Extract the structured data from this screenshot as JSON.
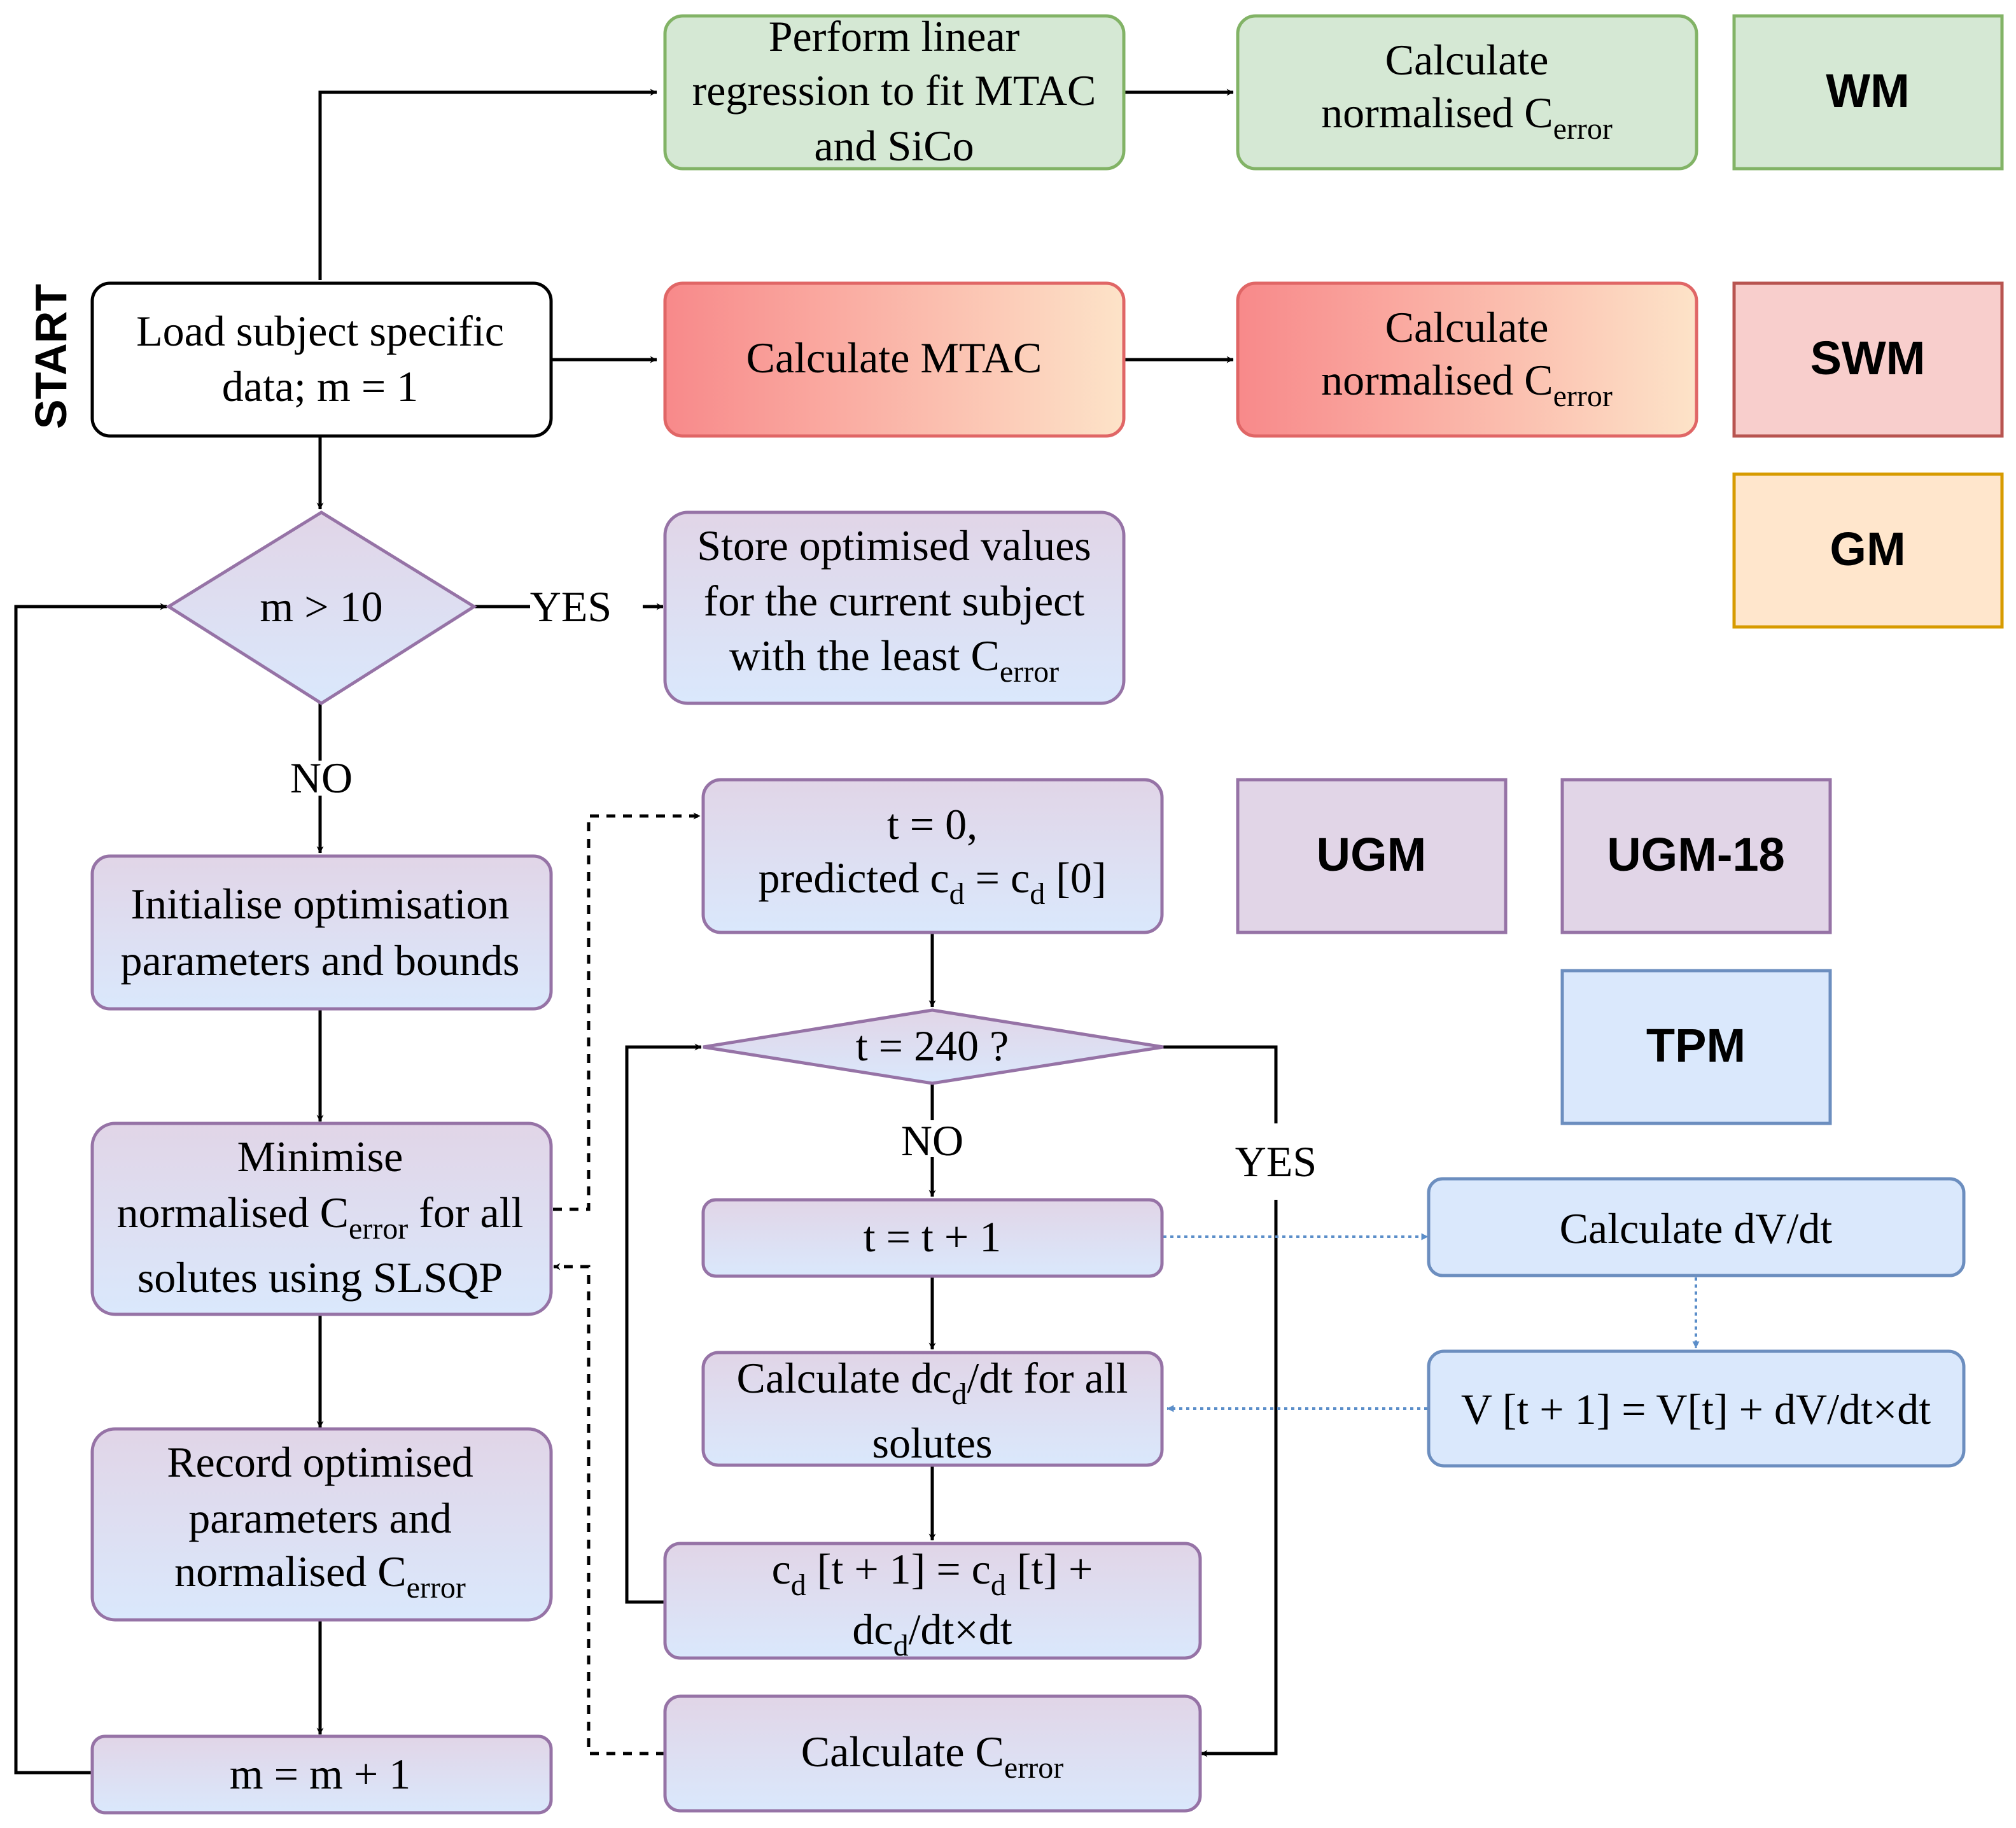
{
  "start_label": "START",
  "colors": {
    "green_fill": "#d5e8d4",
    "green_stroke": "#82b366",
    "red_stroke": "#e06666",
    "red_start": "#f8898a",
    "red_end": "#fde3c8",
    "lav": "#e1d5e7",
    "lav_blue": "#dae8fc",
    "purple_stroke": "#9673a6",
    "blue_fill": "#dae8fc",
    "blue_stroke": "#6c8ebf",
    "blue_arrow": "#5b8ec9",
    "orange_fill": "#ffe6cc",
    "orange_stroke": "#d79b00",
    "pink_fill": "#f8cecc",
    "pink_stroke": "#b85450"
  },
  "legend": {
    "wm": "WM",
    "swm": "SWM",
    "gm": "GM",
    "ugm": "UGM",
    "ugm18": "UGM-18",
    "tpm": "TPM"
  },
  "boxes": {
    "load": [
      "Load subject specific",
      "data; m = 1"
    ],
    "linreg": [
      "Perform linear",
      "regression to fit MTAC",
      "and SiCo"
    ],
    "wm_cerr": {
      "line1": "Calculate",
      "pre": "normalised C",
      "sub": "error"
    },
    "calc_mtac": "Calculate MTAC",
    "swm_cerr": {
      "line1": "Calculate",
      "pre": "normalised C",
      "sub": "error"
    },
    "decision_m": "m > 10",
    "store": {
      "l1": "Store optimised values",
      "l2": "for the current subject",
      "l3pre": "with the least C",
      "l3sub": "error"
    },
    "init": [
      "Initialise optimisation",
      "parameters and bounds"
    ],
    "minimise": {
      "l1": "Minimise",
      "l2pre": "normalised C",
      "l2sub": "error",
      "l2post": " for all",
      "l3": "solutes using SLSQP"
    },
    "record": {
      "l1": "Record optimised",
      "l2": "parameters and",
      "l3pre": "normalised C",
      "l3sub": "error"
    },
    "m_inc": "m = m + 1",
    "t0": {
      "l1": "t = 0,",
      "l2a": "predicted c",
      "l2b": "d",
      "l2c": " = c",
      "l2d": "d",
      "l2e": " [0]"
    },
    "decision_t": "t = 240 ?",
    "t_inc": "t = t + 1",
    "dcd": {
      "a": "Calculate dc",
      "b": "d",
      "c": "/dt for all",
      "l2": "solutes"
    },
    "cd_update": {
      "a": "c",
      "b": "d",
      "c": " [t + 1] = c",
      "d": "d",
      "e": " [t] +",
      "f": "dc",
      "g": "d",
      "h": "/dt×dt"
    },
    "calc_cerr": {
      "pre": "Calculate C",
      "sub": "error"
    },
    "dvdt": "Calculate dV/dt",
    "v_update": "V [t + 1] = V[t] + dV/dt×dt"
  },
  "labels": {
    "yes1": "YES",
    "no1": "NO",
    "no2": "NO",
    "yes2": "YES"
  }
}
